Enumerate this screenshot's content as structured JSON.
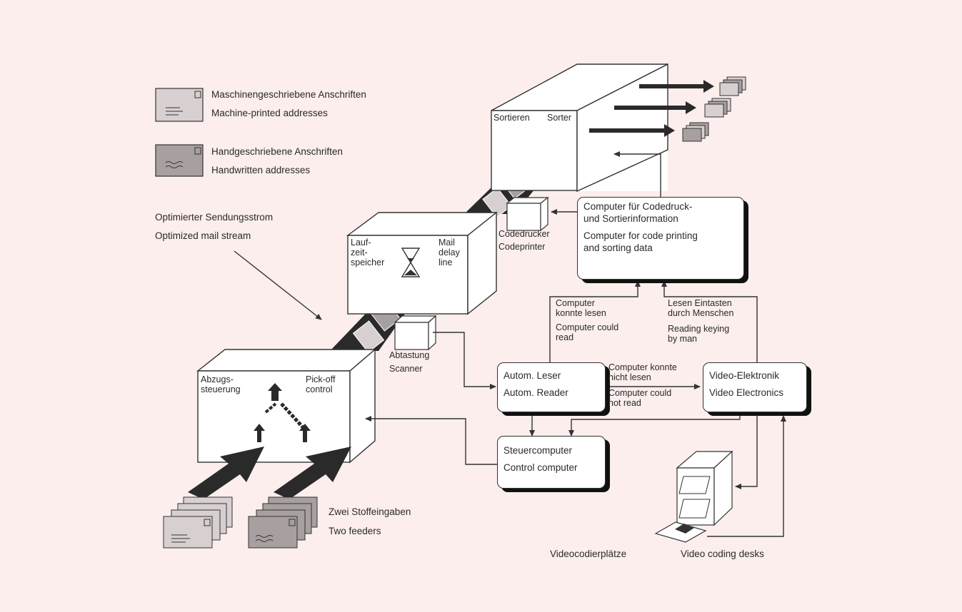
{
  "legend": {
    "machine_de": "Maschinengeschriebene Anschriften",
    "machine_en": "Machine-printed addresses",
    "hand_de": "Handgeschriebene Anschriften",
    "hand_en": "Handwritten addresses"
  },
  "stream": {
    "de": "Optimierter Sendungsstrom",
    "en": "Optimized mail stream"
  },
  "sorter": {
    "de": "Sortieren",
    "en": "Sorter"
  },
  "delay": {
    "de": "Lauf-\nzeit-\nspeicher",
    "en": "Mail\ndelay\nline"
  },
  "pickoff": {
    "de": "Abzugs-\nsteuerung",
    "en": "Pick-off\ncontrol"
  },
  "codeprinter": {
    "de": "Codedrucker",
    "en": "Codeprinter"
  },
  "scanner": {
    "de": "Abtastung",
    "en": "Scanner"
  },
  "computer_code": {
    "de": "Computer für Codedruck-\nund Sortierinformation",
    "en": "Computer for code printing\nand sorting data"
  },
  "reader": {
    "de": "Autom. Leser",
    "en": "Autom. Reader"
  },
  "video": {
    "de": "Video-Elektronik",
    "en": "Video Electronics"
  },
  "control": {
    "de": "Steuercomputer",
    "en": "Control computer"
  },
  "could_read": {
    "de": "Computer\nkonnte lesen",
    "en": "Computer could\nread"
  },
  "keying": {
    "de": "Lesen Eintasten\ndurch Menschen",
    "en": "Reading keying\nby man"
  },
  "not_read": {
    "de": "Computer konnte\nnicht lesen",
    "en": "Computer could\nnot read"
  },
  "feeders": {
    "de": "Zwei Stoffeingaben",
    "en": "Two feeders"
  },
  "desks": {
    "de": "Videocodierplätze",
    "en": "Video coding desks"
  },
  "colors": {
    "background": "#fbeeed",
    "envelope_machine": "#d8d0d0",
    "envelope_hand": "#a8a0a0",
    "dark": "#2a2a2a"
  }
}
